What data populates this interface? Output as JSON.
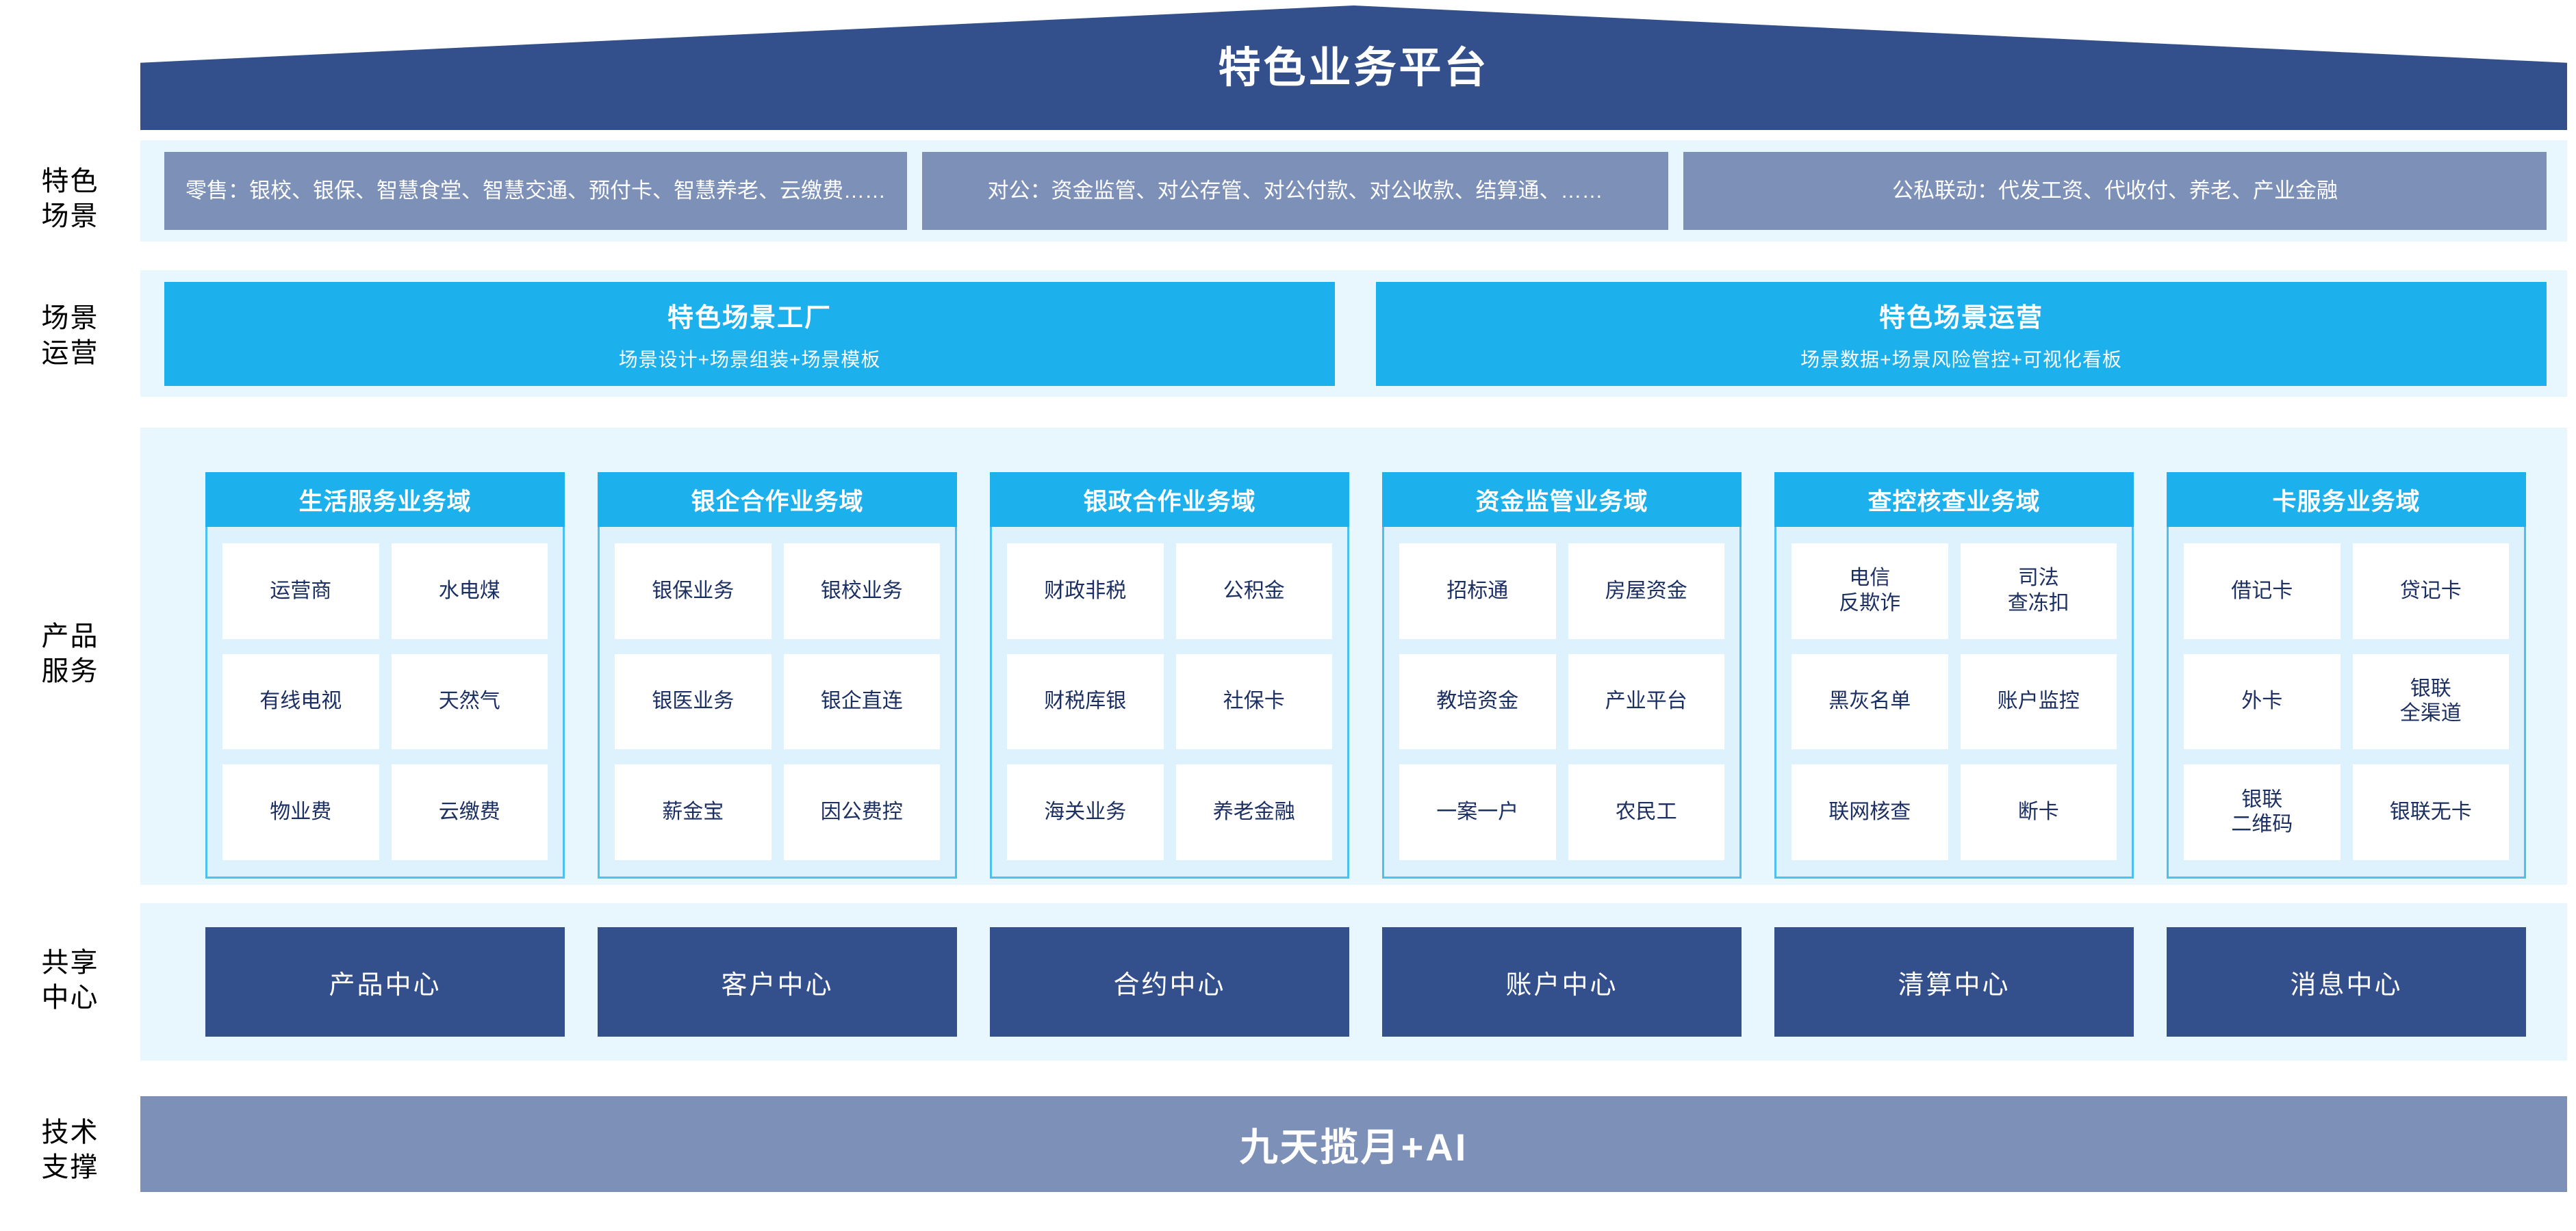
{
  "header": {
    "title": "特色业务平台"
  },
  "rows": {
    "scene": {
      "label_lines": [
        "特色",
        "场景"
      ]
    },
    "operations": {
      "label_lines": [
        "场景",
        "运营"
      ]
    },
    "product": {
      "label_lines": [
        "产品",
        "服务"
      ]
    },
    "shared": {
      "label_lines": [
        "共享",
        "中心"
      ]
    },
    "tech": {
      "label_lines": [
        "技术",
        "支撑"
      ]
    }
  },
  "scenes": [
    {
      "text": "零售：银校、银保、智慧食堂、智慧交通、预付卡、智慧养老、云缴费……"
    },
    {
      "text": "对公：资金监管、对公存管、对公付款、对公收款、结算通、……"
    },
    {
      "text": "公私联动：代发工资、代收付、养老、产业金融"
    }
  ],
  "operations": [
    {
      "title": "特色场景工厂",
      "subtitle": "场景设计+场景组装+场景模板"
    },
    {
      "title": "特色场景运营",
      "subtitle": "场景数据+场景风险管控+可视化看板"
    }
  ],
  "domains": [
    {
      "title": "生活服务业务域",
      "items": [
        "运营商",
        "水电煤",
        "有线电视",
        "天然气",
        "物业费",
        "云缴费"
      ]
    },
    {
      "title": "银企合作业务域",
      "items": [
        "银保业务",
        "银校业务",
        "银医业务",
        "银企直连",
        "薪金宝",
        "因公费控"
      ]
    },
    {
      "title": "银政合作业务域",
      "items": [
        "财政非税",
        "公积金",
        "财税库银",
        "社保卡",
        "海关业务",
        "养老金融"
      ]
    },
    {
      "title": "资金监管业务域",
      "items": [
        "招标通",
        "房屋资金",
        "教培资金",
        "产业平台",
        "一案一户",
        "农民工"
      ]
    },
    {
      "title": "查控核查业务域",
      "items": [
        "电信\n反欺诈",
        "司法\n查冻扣",
        "黑灰名单",
        "账户监控",
        "联网核查",
        "断卡"
      ]
    },
    {
      "title": "卡服务业务域",
      "items": [
        "借记卡",
        "贷记卡",
        "外卡",
        "银联\n全渠道",
        "银联\n二维码",
        "银联无卡"
      ]
    }
  ],
  "shared_centers": [
    "产品中心",
    "客户中心",
    "合约中心",
    "账户中心",
    "清算中心",
    "消息中心"
  ],
  "tech_support": {
    "text": "九天揽月+AI"
  },
  "colors": {
    "navy": "#34508c",
    "slate_blue": "#7d90b8",
    "cyan": "#1cb1ec",
    "pale_blue_band": "#e8f6fd",
    "chip_text_navy": "#1b2f62",
    "domain_border": "#4cc0ef",
    "domain_bg": "#ddf2fc"
  }
}
